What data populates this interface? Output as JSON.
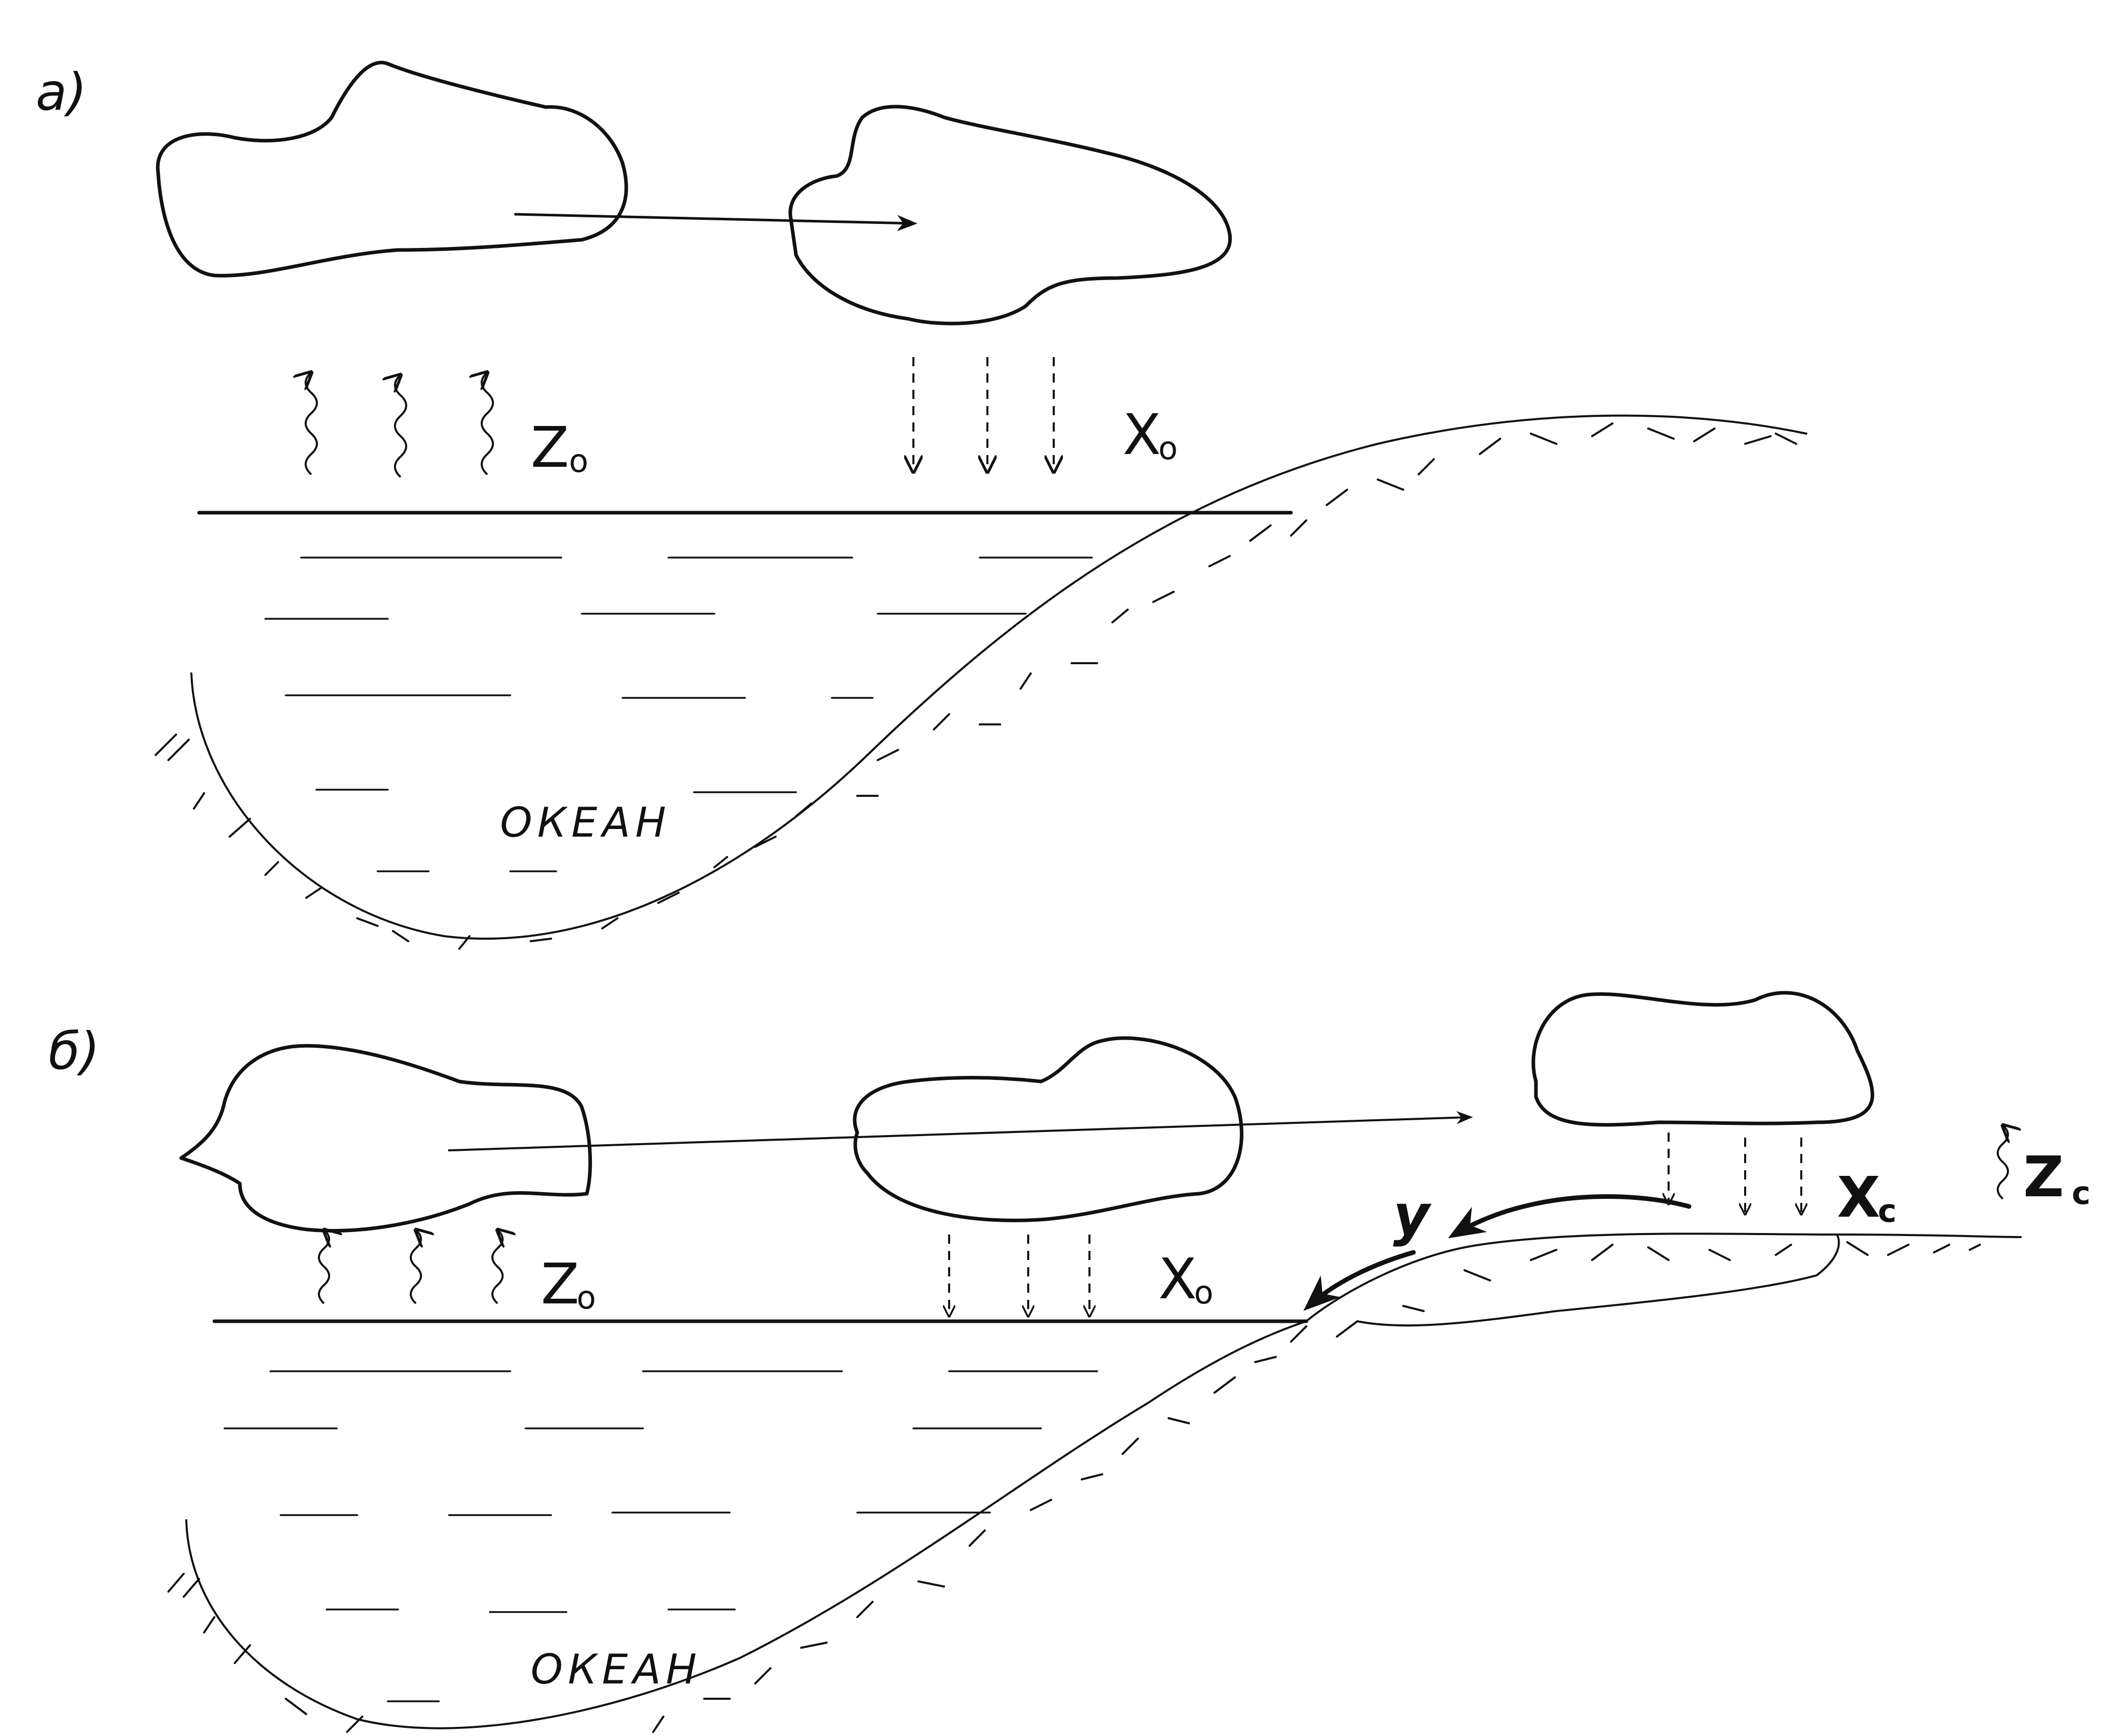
{
  "panels": [
    {
      "id": "a",
      "label": "а)",
      "evaporation": {
        "symbol": "Z",
        "subscript": "o"
      },
      "precipitation": {
        "symbol": "X",
        "subscript": "o"
      },
      "water_body": "ОКЕАН"
    },
    {
      "id": "b",
      "label": "б)",
      "evaporation_ocean": {
        "symbol": "Z",
        "subscript": "o"
      },
      "precipitation_ocean": {
        "symbol": "X",
        "subscript": "o"
      },
      "precipitation_land": {
        "symbol": "X",
        "subscript": "c"
      },
      "evaporation_land": {
        "symbol": "Z",
        "subscript": "c"
      },
      "runoff": "y",
      "water_body": "ОКЕАН"
    }
  ]
}
